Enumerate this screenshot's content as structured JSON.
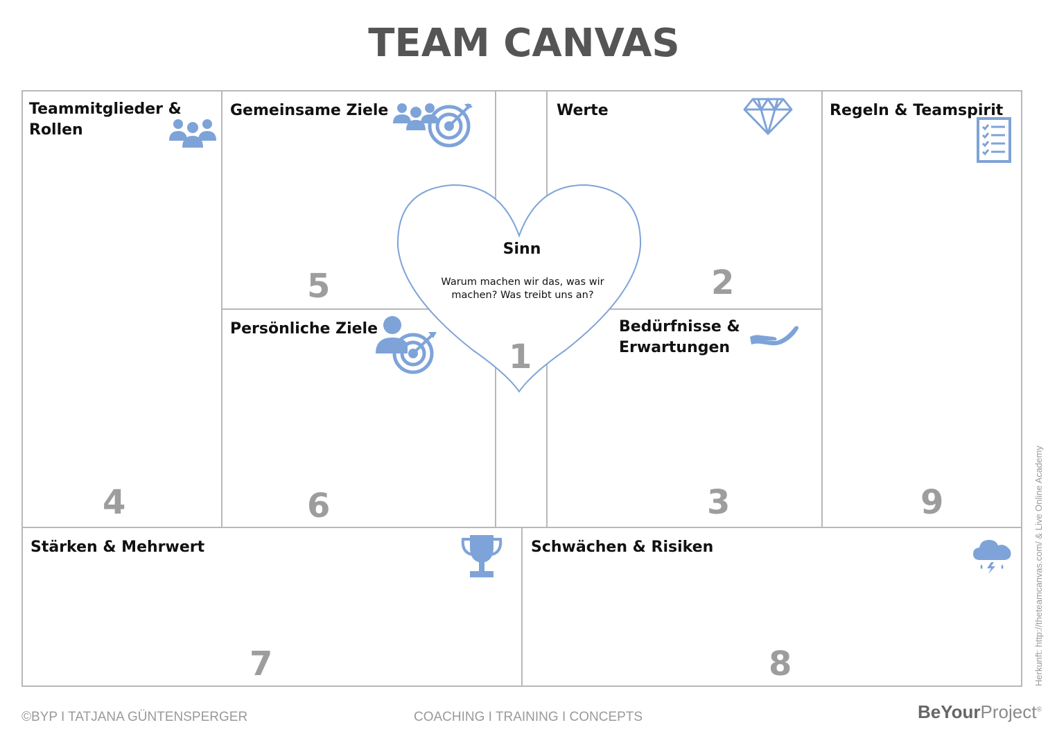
{
  "title": "TEAM CANVAS",
  "sections": {
    "members": {
      "label": "Teammitglieder & Rollen",
      "number": "4"
    },
    "common_goals": {
      "label": "Gemeinsame Ziele",
      "number": "5"
    },
    "values": {
      "label": "Werte",
      "number": "2"
    },
    "rules": {
      "label": "Regeln & Teamspirit",
      "number": "9"
    },
    "personal_goals": {
      "label": "Persönliche Ziele",
      "number": "6"
    },
    "needs": {
      "label": "Bedürfnisse & Erwartungen",
      "number": "3"
    },
    "strengths": {
      "label": "Stärken & Mehrwert",
      "number": "7"
    },
    "weaknesses": {
      "label": "Schwächen & Risiken",
      "number": "8"
    },
    "purpose": {
      "label": "Sinn",
      "text": "Warum machen wir das, was wir machen? Was treibt uns an?",
      "number": "1"
    }
  },
  "footer": {
    "copyright": "©BYP I TATJANA GÜNTENSPERGER",
    "tagline": "COACHING I TRAINING I CONCEPTS",
    "brand_a": "BeYour",
    "brand_b": "Project",
    "brand_mark": "®",
    "source": "Herkunft: http://theteamcanvas.com/ & Live Online Academy"
  },
  "colors": {
    "accent": "#7ea3d8",
    "grid": "#b8b8b8",
    "number": "#9d9d9d",
    "title": "#555555"
  }
}
